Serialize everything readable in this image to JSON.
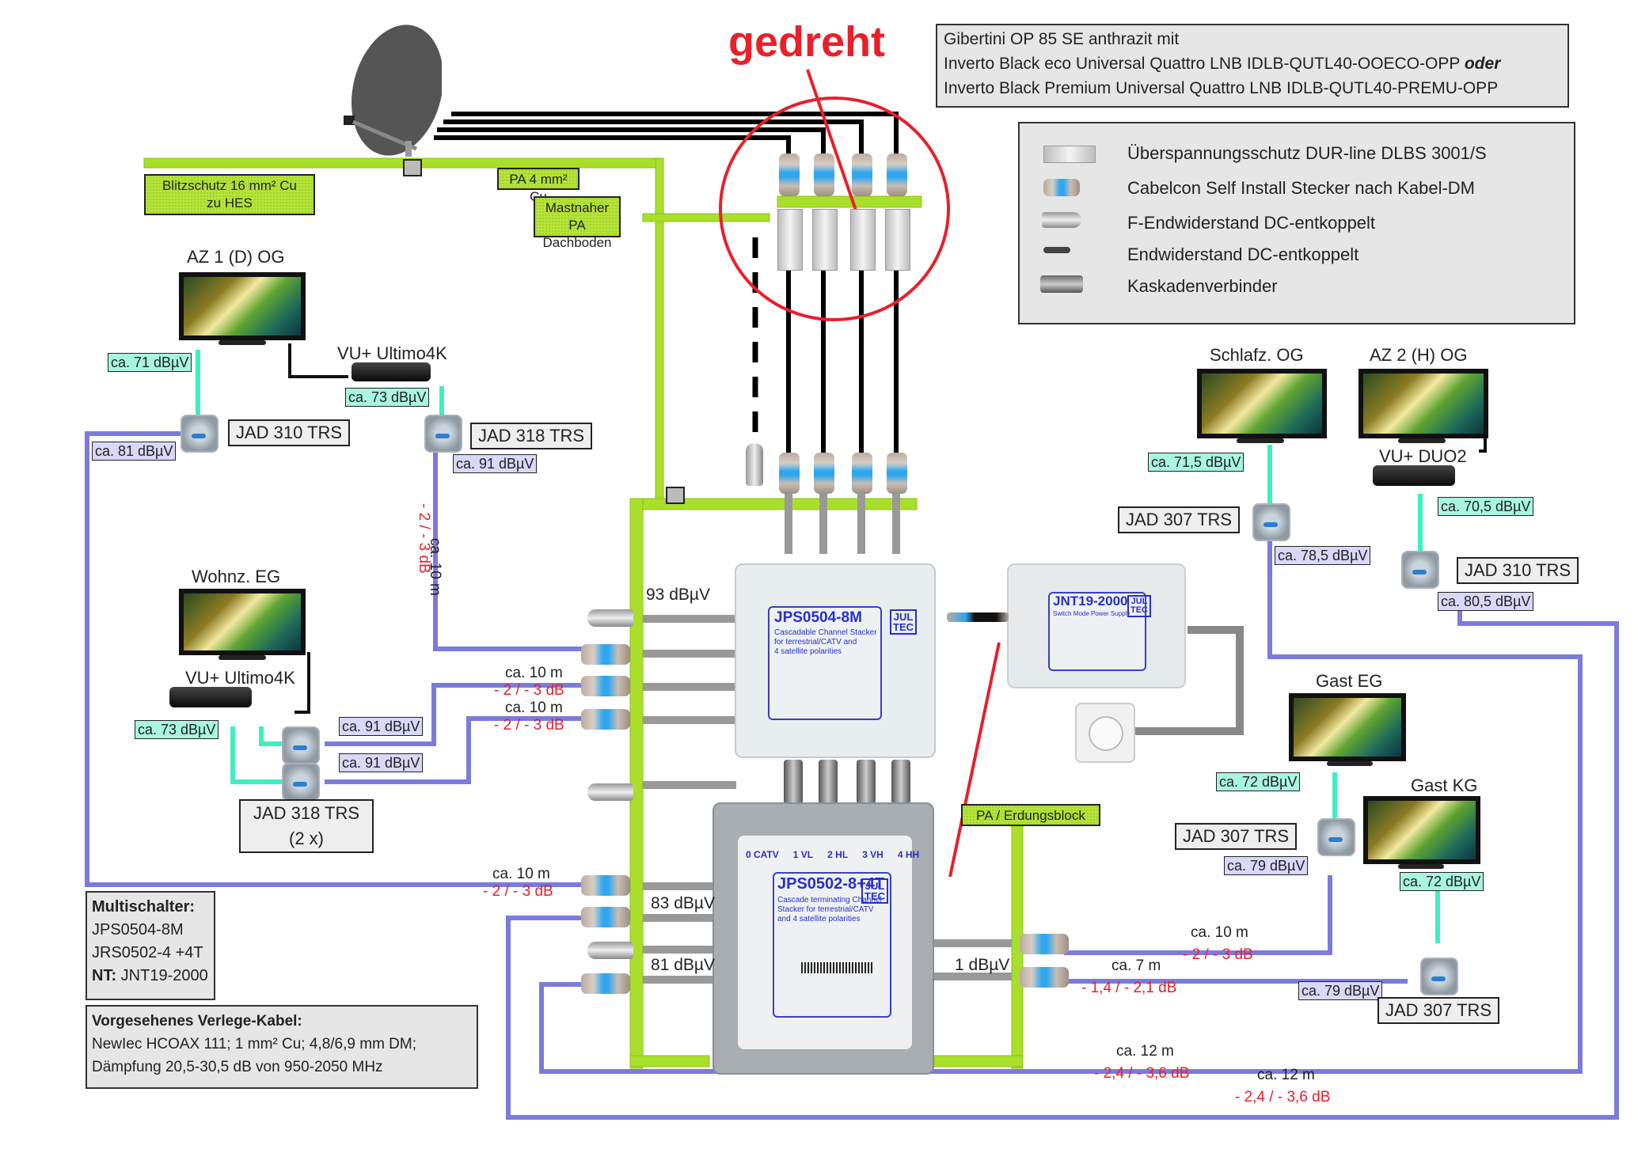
{
  "annotation": {
    "label": "gedreht",
    "color": "#e8202a"
  },
  "antenna_box": {
    "lines": [
      "Gibertini OP 85 SE anthrazit mit",
      "Inverto Black eco Universal Quattro LNB  IDLB-QUTL40-OOECO-OPP",
      "Inverto Black Premium Universal Quattro LNB  IDLB-QUTL40-PREMU-OPP"
    ],
    "emphasis": "oder"
  },
  "legend": {
    "items": [
      {
        "icon": "surge-protector-icon",
        "label": "Überspannungsschutz DUR-line DLBS 3001/S"
      },
      {
        "icon": "coax-plug-icon",
        "label": "Cabelcon Self Install Stecker nach Kabel-DM"
      },
      {
        "icon": "f-terminator-icon",
        "label": "F-Endwiderstand DC-entkoppelt"
      },
      {
        "icon": "terminator-icon",
        "label": "Endwiderstand DC-entkoppelt"
      },
      {
        "icon": "cascade-connector-icon",
        "label": "Kaskadenverbinder"
      }
    ]
  },
  "grounding": {
    "lightning": [
      "Blitzschutz 16 mm² Cu",
      "zu HES"
    ],
    "pa_cable": "PA 4 mm² Cu",
    "mast_pa": [
      "Mastnaher PA",
      "Dachboden"
    ],
    "pa_block": "PA / Erdungsblock"
  },
  "multiswitch_1": {
    "model": "JPS0504-8M",
    "subtitle": [
      "Cascadable Channel Stacker",
      "for terrestrial/CATV and",
      "4 satellite polarities"
    ],
    "brand": [
      "JUL",
      "TEC"
    ],
    "input_level": "93 dBµV"
  },
  "multiswitch_2": {
    "model": "JPS0502-8+4T",
    "subtitle": [
      "Cascade terminating Channel",
      "Stacker for terrestrial/CATV",
      "and 4 satellite polarities"
    ],
    "brand": [
      "JUL",
      "TEC"
    ],
    "port_labels": [
      "0 CATV",
      "1 VL",
      "2 HL",
      "3 VH",
      "4 HH"
    ],
    "level_a": "83 dBµV",
    "level_b": "81 dBµV",
    "level_c": "1 dBµV"
  },
  "power_supply": {
    "model": "JNT19-2000",
    "subtitle": "Switch Mode Power Supply",
    "brand": [
      "JUL",
      "TEC"
    ]
  },
  "rooms": {
    "az1": {
      "name": "AZ 1 (D) OG",
      "tv_level": "ca. 71 dBµV",
      "receiver": "VU+ Ultimo4K",
      "rx_level": "ca. 73 dBµV",
      "jad_tv": "JAD 310 TRS",
      "jad_rx": "JAD 318 TRS",
      "sat_level_tv": "ca. 81 dBµV",
      "sat_level_rx": "ca. 91 dBµV"
    },
    "wohnz": {
      "name": "Wohnz. EG",
      "receiver": "VU+ Ultimo4K",
      "rx_level": "ca. 73 dBµV",
      "jad": [
        "JAD 318 TRS",
        "(2 x)"
      ],
      "sat_level_1": "ca. 91 dBµV",
      "sat_level_2": "ca. 91 dBµV"
    },
    "schlafz": {
      "name": "Schlafz. OG",
      "tv_level": "ca. 71,5 dBµV",
      "jad": "JAD 307 TRS",
      "sat_level": "ca. 78,5 dBµV"
    },
    "az2": {
      "name": "AZ 2 (H) OG",
      "receiver": "VU+ DUO2",
      "rx_level": "ca. 70,5 dBµV",
      "jad": "JAD 310 TRS",
      "sat_level": "ca. 80,5 dBµV"
    },
    "gast_eg": {
      "name": "Gast EG",
      "tv_level": "ca. 72 dBµV",
      "jad": "JAD 307 TRS",
      "sat_level": "ca. 79 dBµV"
    },
    "gast_kg": {
      "name": "Gast KG",
      "tv_level": "ca. 72 dBµV",
      "jad": "JAD 307 TRS",
      "sat_level": "ca. 79 dBµV"
    }
  },
  "cable_runs": [
    {
      "id": "az1-rx",
      "length": "ca. 10 m",
      "loss": "- 2 / - 3 dB"
    },
    {
      "id": "wohnz-1",
      "length": "ca. 10 m",
      "loss": "- 2 / - 3 dB"
    },
    {
      "id": "wohnz-2",
      "length": "ca. 10 m",
      "loss": "- 2 / - 3 dB"
    },
    {
      "id": "az1-tv",
      "length": "ca. 10 m",
      "loss": "- 2 / - 3 dB"
    },
    {
      "id": "gast-eg",
      "length": "ca. 10 m",
      "loss": "- 2 / - 3 dB"
    },
    {
      "id": "gast-kg",
      "length": "ca. 7 m",
      "loss": "- 1,4 / - 2,1 dB"
    },
    {
      "id": "schlafz",
      "length": "ca. 12 m",
      "loss": "- 2,4 / - 3,6 dB"
    },
    {
      "id": "az2",
      "length": "ca. 12 m",
      "loss": "- 2,4 / - 3,6 dB"
    }
  ],
  "info_multischalter": {
    "title": "Multischalter:",
    "lines": [
      "JPS0504-8M",
      "JRS0502-4 +4T"
    ],
    "nt_label": "NT:",
    "nt_value": "JNT19-2000"
  },
  "info_cable": {
    "title": "Vorgesehenes Verlege-Kabel:",
    "lines": [
      "NewIec HCOAX 111; 1 mm² Cu; 4,8/6,9 mm DM;",
      "Dämpfung 20,5-30,5 dB von 950-2050 MHz"
    ]
  },
  "colors": {
    "sat_cable": "#7b7bdc",
    "tv_cable": "#3ef0c0",
    "ground": "#a9df2a",
    "annotation": "#e8202a",
    "lnb_cable": "#000000"
  }
}
